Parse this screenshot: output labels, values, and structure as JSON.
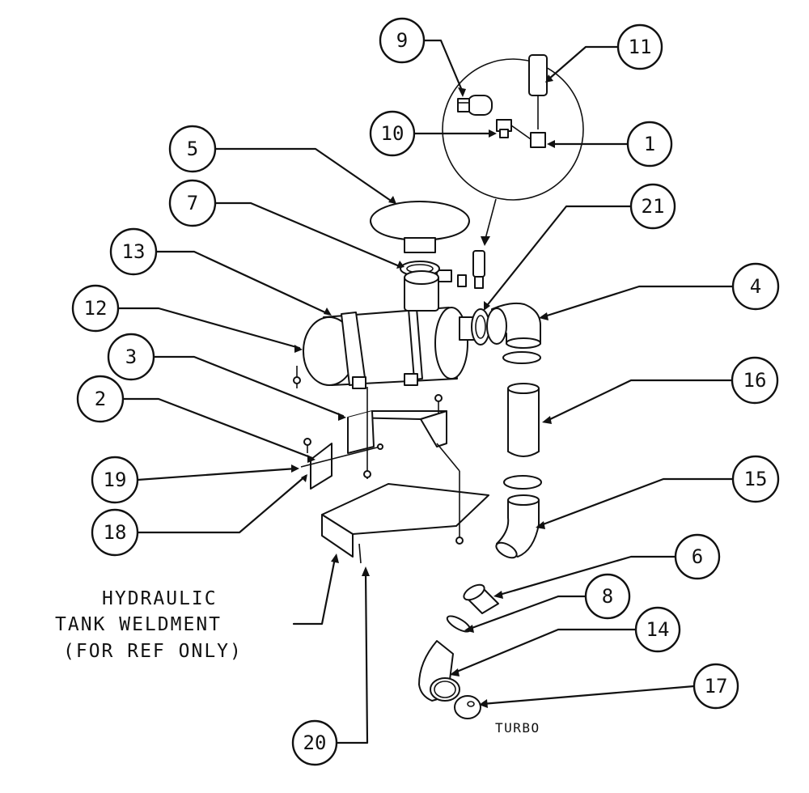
{
  "callouts": {
    "c1": "1",
    "c2": "2",
    "c3": "3",
    "c4": "4",
    "c5": "5",
    "c6": "6",
    "c7": "7",
    "c8": "8",
    "c9": "9",
    "c10": "10",
    "c11": "11",
    "c12": "12",
    "c13": "13",
    "c14": "14",
    "c15": "15",
    "c16": "16",
    "c17": "17",
    "c18": "18",
    "c19": "19",
    "c20": "20",
    "c21": "21"
  },
  "notes": {
    "hydraulic_line1": "HYDRAULIC",
    "hydraulic_line2": "TANK WELDMENT",
    "hydraulic_line3": "(FOR REF ONLY)",
    "turbo": "TURBO"
  }
}
